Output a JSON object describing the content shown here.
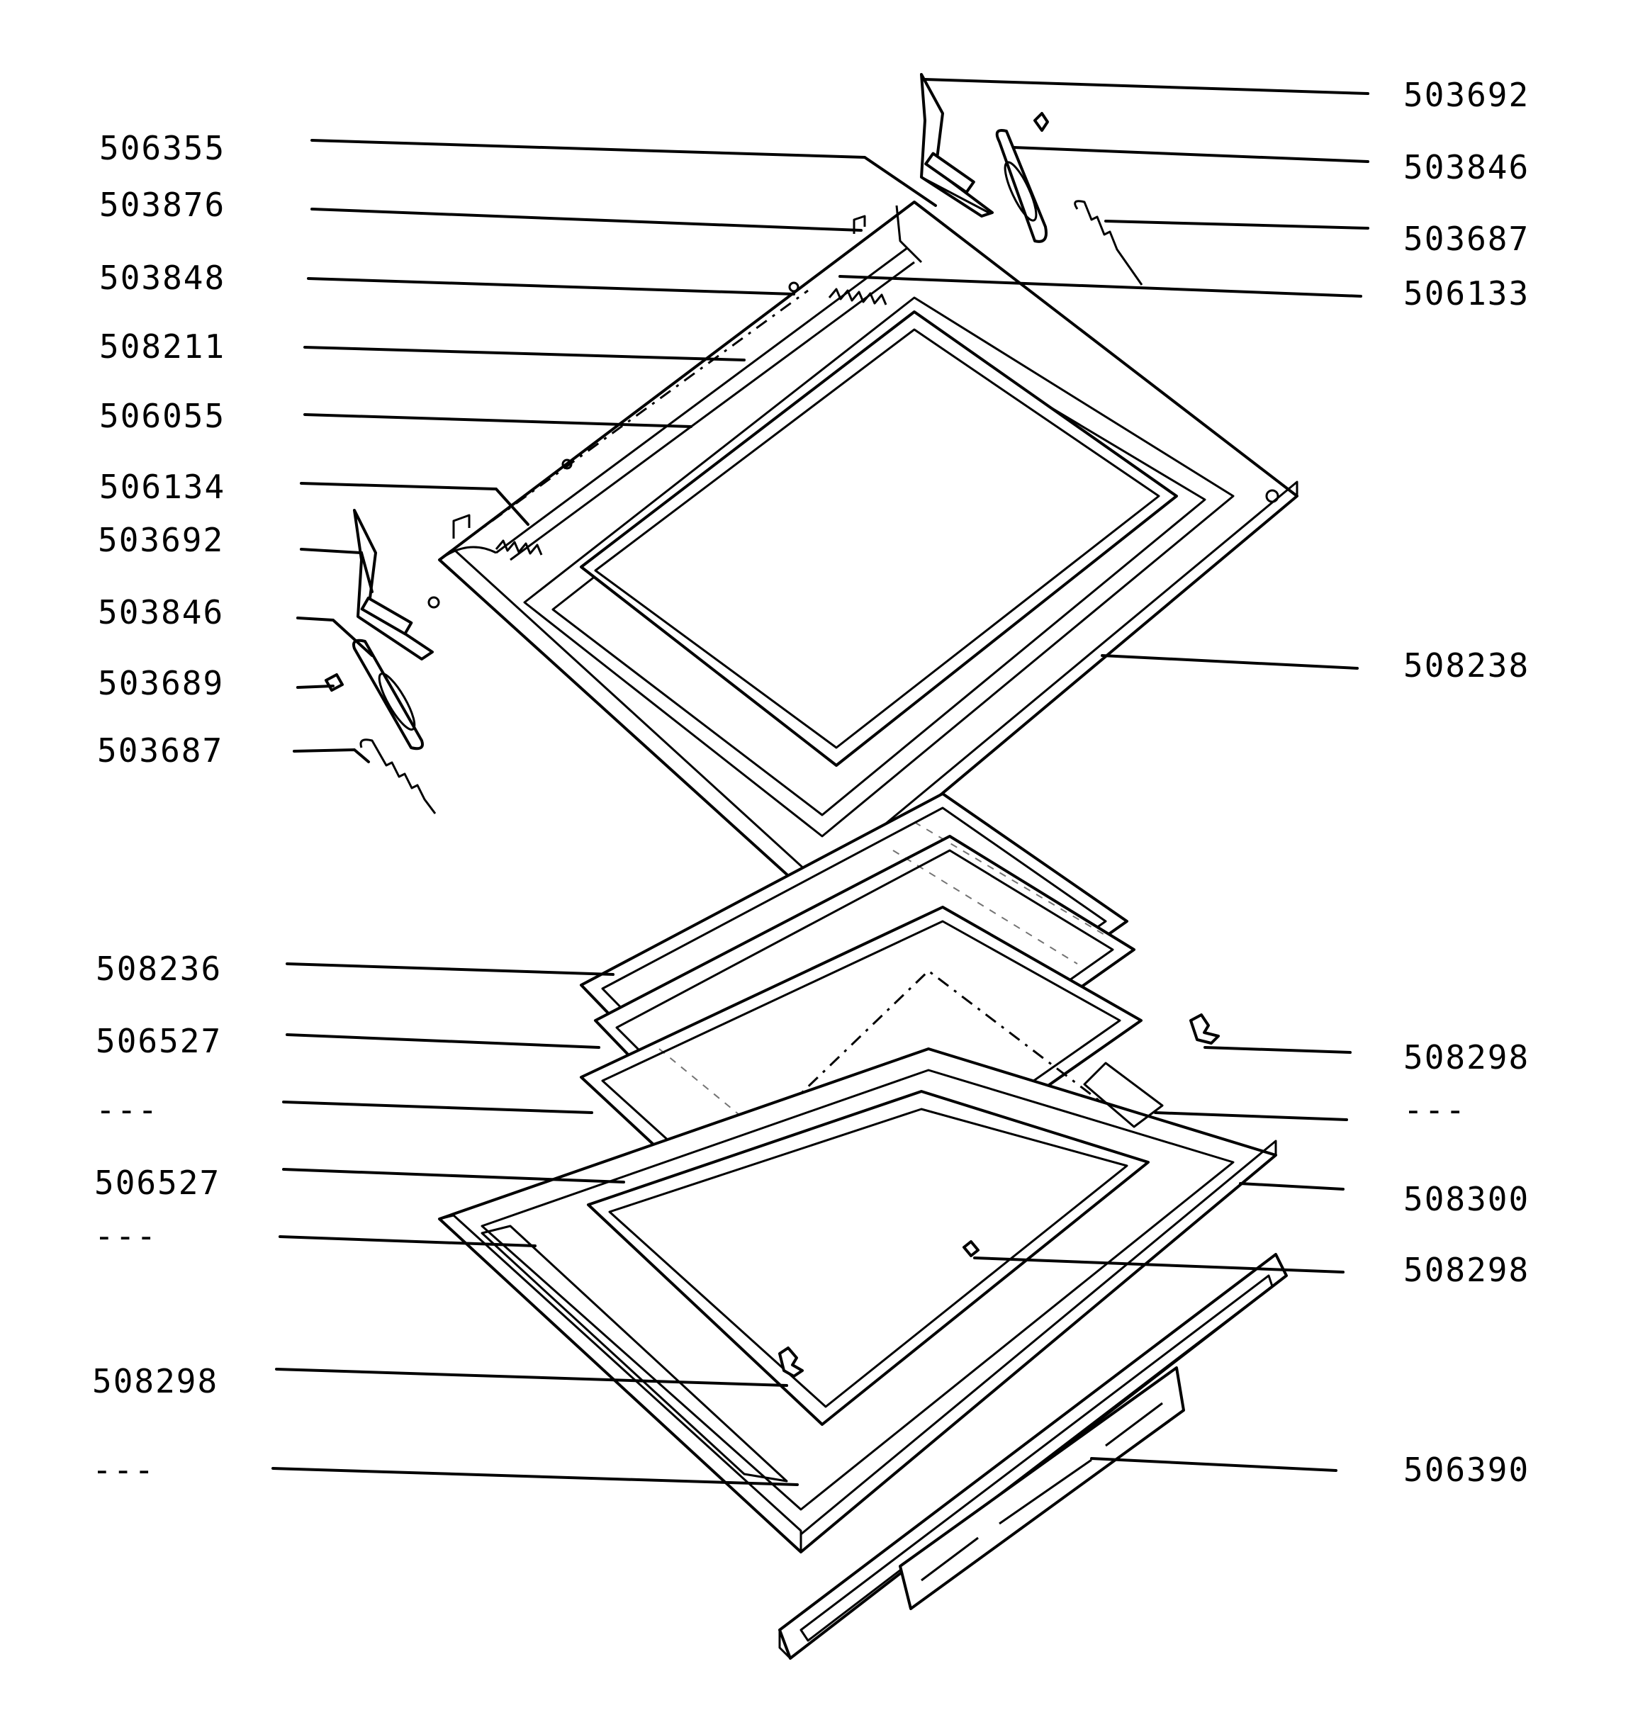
{
  "callouts_left": [
    "506355",
    "503876",
    "503848",
    "508211",
    "506055",
    "506134",
    "503692",
    "503846",
    "503689",
    "503687",
    "508236",
    "506527",
    "---",
    "506527",
    "---",
    "508298",
    "---"
  ],
  "callouts_right": [
    "503692",
    "503846",
    "503687",
    "506133",
    "508238",
    "508298",
    "---",
    "508300",
    "508298",
    "506390"
  ]
}
